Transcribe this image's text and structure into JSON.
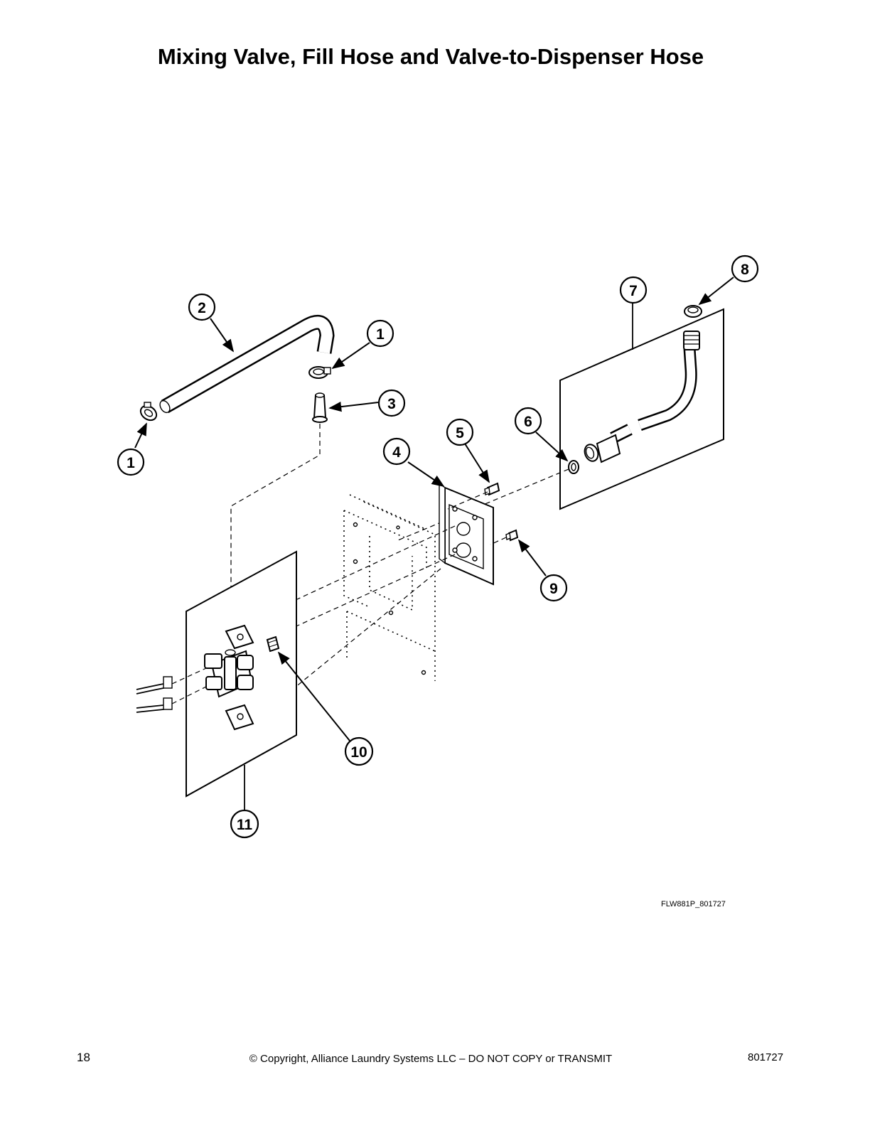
{
  "title": "Mixing Valve, Fill Hose and Valve-to-Dispenser Hose",
  "callouts": [
    {
      "id": "c1a",
      "label": "1"
    },
    {
      "id": "c1b",
      "label": "1"
    },
    {
      "id": "c2",
      "label": "2"
    },
    {
      "id": "c3",
      "label": "3"
    },
    {
      "id": "c4",
      "label": "4"
    },
    {
      "id": "c5",
      "label": "5"
    },
    {
      "id": "c6",
      "label": "6"
    },
    {
      "id": "c7",
      "label": "7"
    },
    {
      "id": "c8",
      "label": "8"
    },
    {
      "id": "c9",
      "label": "9"
    },
    {
      "id": "c10",
      "label": "10"
    },
    {
      "id": "c11",
      "label": "11"
    }
  ],
  "drawing_id": "FLW881P_801727",
  "footer": {
    "page_number": "18",
    "copyright": "© Copyright, Alliance Laundry Systems LLC – DO NOT COPY or TRANSMIT",
    "doc_number": "801727"
  }
}
